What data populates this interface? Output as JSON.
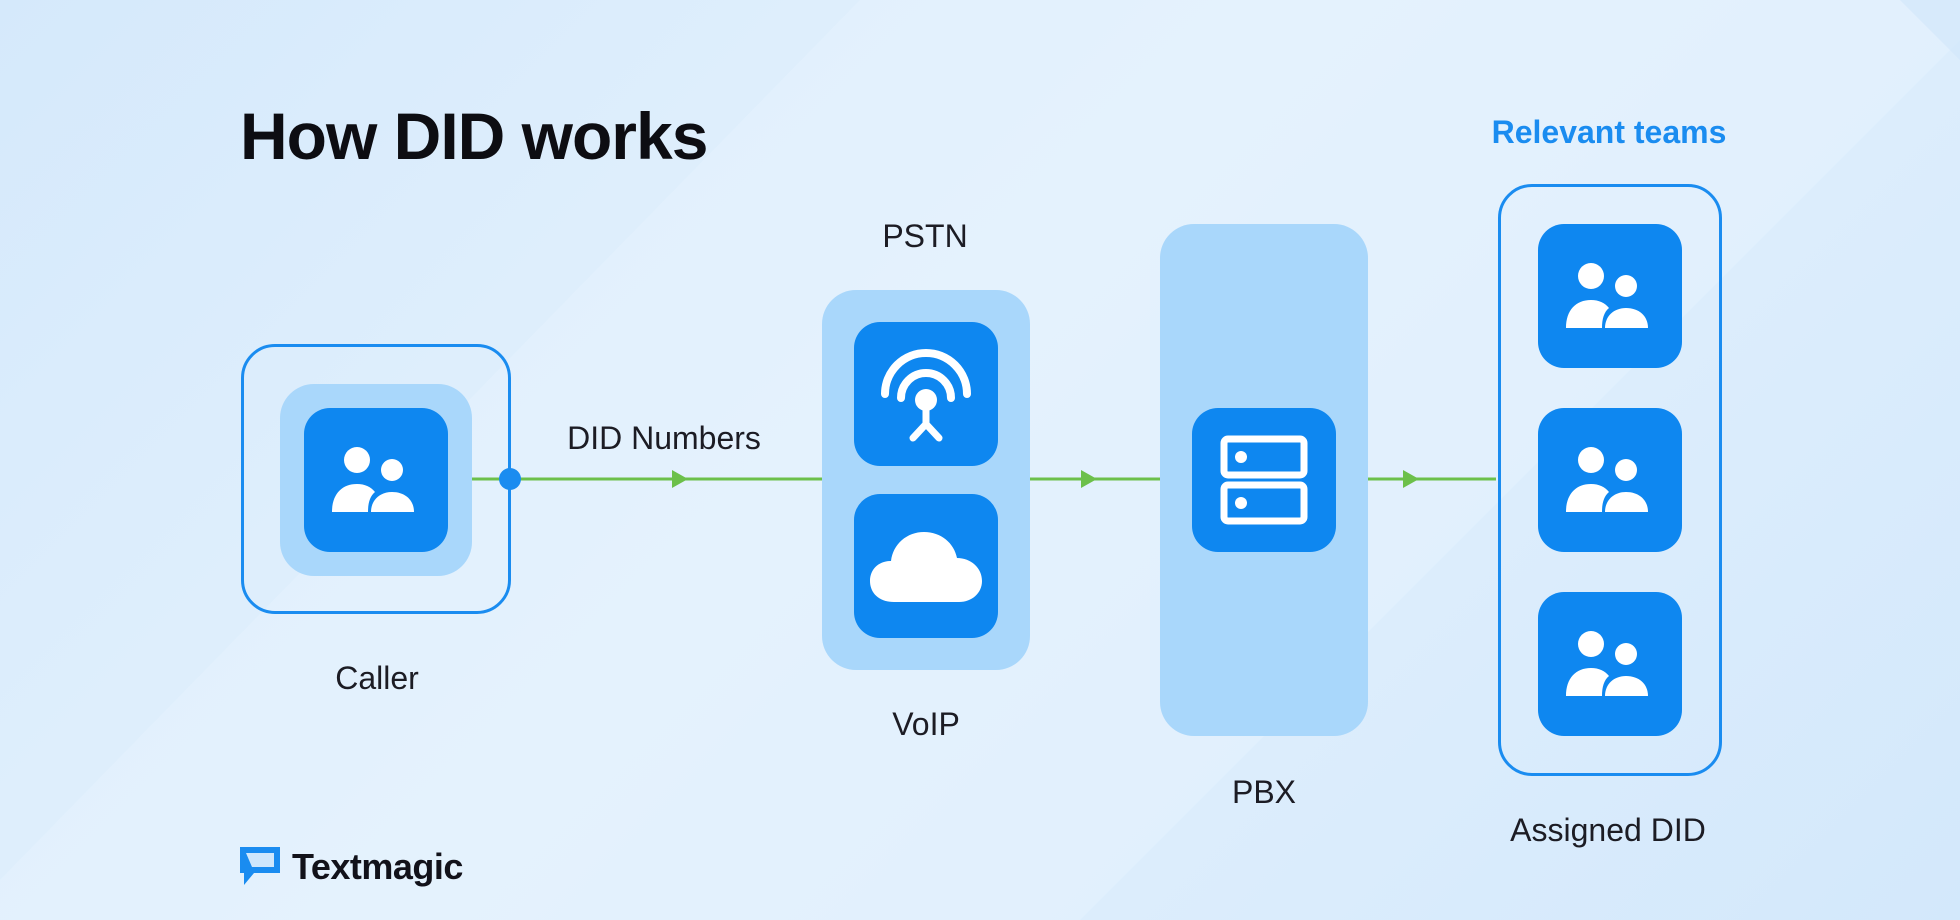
{
  "title": "How DID works",
  "labels": {
    "did_numbers": "DID Numbers",
    "caller": "Caller",
    "pstn": "PSTN",
    "voip": "VoIP",
    "pbx": "PBX",
    "relevant_teams": "Relevant teams",
    "assigned_did": "Assigned DID"
  },
  "brand": {
    "name": "Textmagic"
  },
  "icons": {
    "caller": "people-icon",
    "pstn": "antenna-icon",
    "voip": "cloud-icon",
    "pbx": "server-icon",
    "teams": "people-icon"
  },
  "colors": {
    "accent": "#1a8cf0",
    "tile": "#0e87f0",
    "panel": "#a9d7fb",
    "connector": "#6cc04a"
  }
}
